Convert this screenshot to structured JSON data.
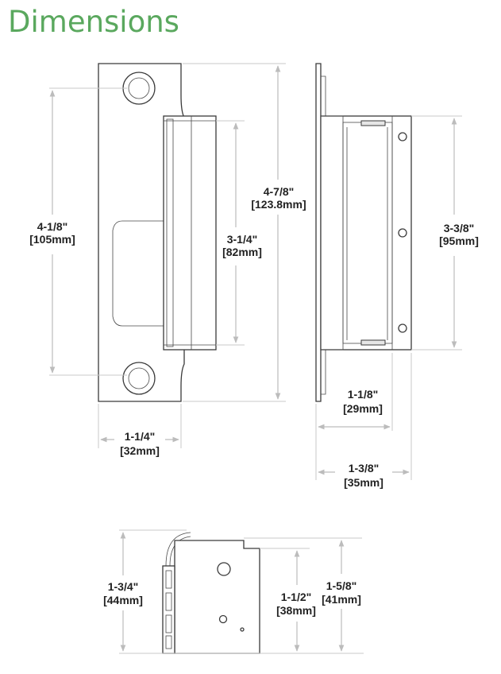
{
  "title": "Dimensions",
  "colors": {
    "title": "#5aa85e",
    "outline": "#3a3a3a",
    "dimension_line": "#bcbcbc"
  },
  "front_view": {
    "hole_spacing": {
      "imperial": "4-1/8\"",
      "metric": "[105mm]"
    },
    "overall_height": {
      "imperial": "4-7/8\"",
      "metric": "[123.8mm]"
    },
    "body_height": {
      "imperial": "3-1/4\"",
      "metric": "[82mm]"
    },
    "faceplate_width": {
      "imperial": "1-1/4\"",
      "metric": "[32mm]"
    }
  },
  "side_view": {
    "body_height": {
      "imperial": "3-3/8\"",
      "metric": "[95mm]"
    },
    "depth": {
      "imperial": "1-1/8\"",
      "metric": "[29mm]"
    },
    "overall_depth": {
      "imperial": "1-3/8\"",
      "metric": "[35mm]"
    }
  },
  "bottom_view": {
    "overall_width": {
      "imperial": "1-3/4\"",
      "metric": "[44mm]"
    },
    "body_width": {
      "imperial": "1-1/2\"",
      "metric": "[38mm]"
    },
    "mid_width": {
      "imperial": "1-5/8\"",
      "metric": "[41mm]"
    }
  }
}
